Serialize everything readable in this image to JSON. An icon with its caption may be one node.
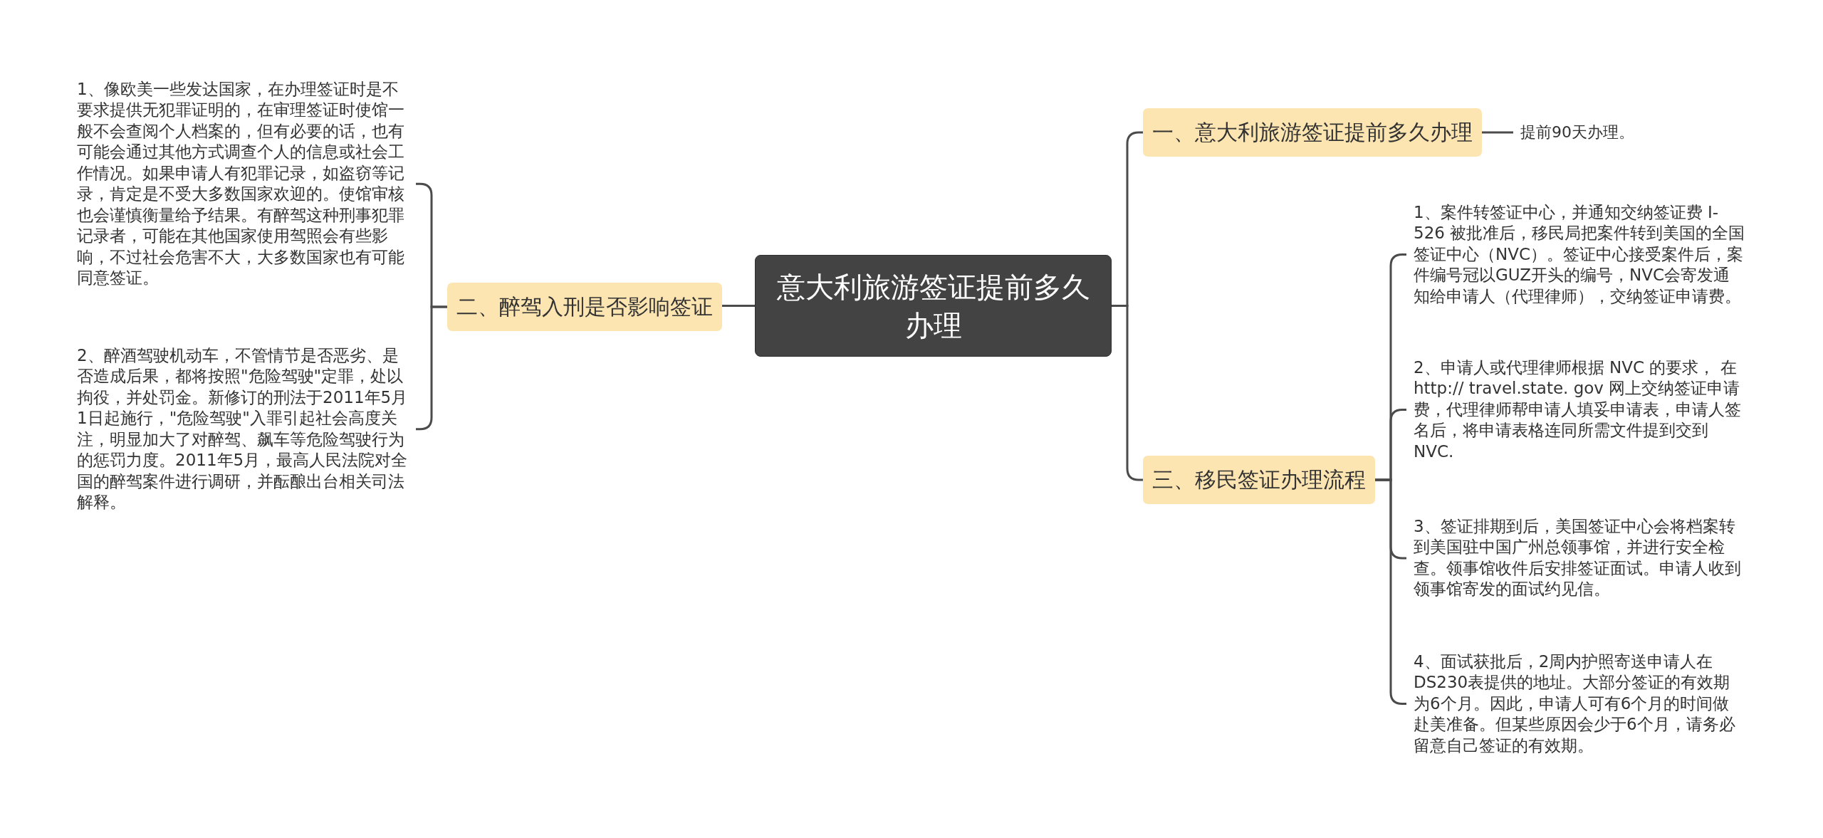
{
  "diagram": {
    "nodes": [
      {
        "text": [
          "意大利旅游签证提前多久办理"
        ]
      },
      {
        "text": [
          "一、意大利旅游签证提前多久办理"
        ]
      },
      {
        "text": [
          "提前90天办理。"
        ]
      },
      {
        "text": [
          "二、醉驾入刑是否影响签证"
        ]
      },
      {
        "text": [
          "1、像欧美一些发达国家，在办理签证时是不要求提供无犯罪证明的，在审理签证时使馆一般不会查阅个人档案的，但有必要的话，也有可能会通过其他方式调查个人的信息或社会工作情况。如果申请人有犯罪记录，如盗窃等记录，肯定是不受大多数国家欢迎的。使馆审核也会谨慎衡量给予结果。有醉驾这种刑事犯罪记录者，可能在其他国家使用驾照会有些影响，不过社会危害不大，大多数国家也有可能同意签证。"
        ]
      },
      {
        "text": [
          "2、醉酒驾驶机动车，不管情节是否恶劣、是否造成后果，都将按照\"危险驾驶\"定罪，处以拘役，并处罚金。新修订的刑法于2011年5月1日起施行，\"危险驾驶\"入罪引起社会高度关注，明显加大了对醉驾、飙车等危险驾驶行为的惩罚力度。2011年5月，最高人民法院对全国的醉驾案件进行调研，并酝酿出台相关司法解释。"
        ]
      },
      {
        "text": [
          "三、移民签证办理流程"
        ]
      },
      {
        "text": [
          "1、案件转签证中心，并通知交纳签证费 I-526 被批准后，移民局把案件转到美国的全国签证中心（NVC）。签证中心接受案件后，案件编号冠以GUZ开头的编号，NVC会寄发通知给申请人（代理律师），交纳签证申请费。"
        ]
      },
      {
        "text": [
          "2、申请人或代理律师根据 NVC 的要求， 在http:// travel.state. gov 网上交纳签证申请费，代理律师帮申请人填妥申请表，申请人签名后，将申请表格连同所需文件提到交到 NVC."
        ]
      },
      {
        "text": [
          "3、签证排期到后，美国签证中心会将档案转到美国驻中国广州总领事馆，并进行安全检查。领事馆收件后安排签证面试。申请人收到领事馆寄发的面试约见信。"
        ]
      },
      {
        "text": [
          "4、面试获批后，2周内护照寄送申请人在 DS230表提供的地址。大部分签证的有效期为6个月。因此，申请人可有6个月的时间做赴美准备。但某些原因会少于6个月，请务必留意自己签证的有效期。"
        ]
      }
    ],
    "edges": [
      {
        "from": 0,
        "to": 1,
        "arrow": "none"
      },
      {
        "from": 1,
        "to": 2,
        "arrow": "none"
      },
      {
        "from": 0,
        "to": 3,
        "arrow": "none"
      },
      {
        "from": 3,
        "to": 4,
        "arrow": "none"
      },
      {
        "from": 3,
        "to": 5,
        "arrow": "none"
      },
      {
        "from": 0,
        "to": 6,
        "arrow": "none"
      },
      {
        "from": 6,
        "to": 7,
        "arrow": "none"
      },
      {
        "from": 6,
        "to": 8,
        "arrow": "none"
      },
      {
        "from": 6,
        "to": 9,
        "arrow": "none"
      },
      {
        "from": 6,
        "to": 10,
        "arrow": "none"
      }
    ]
  }
}
